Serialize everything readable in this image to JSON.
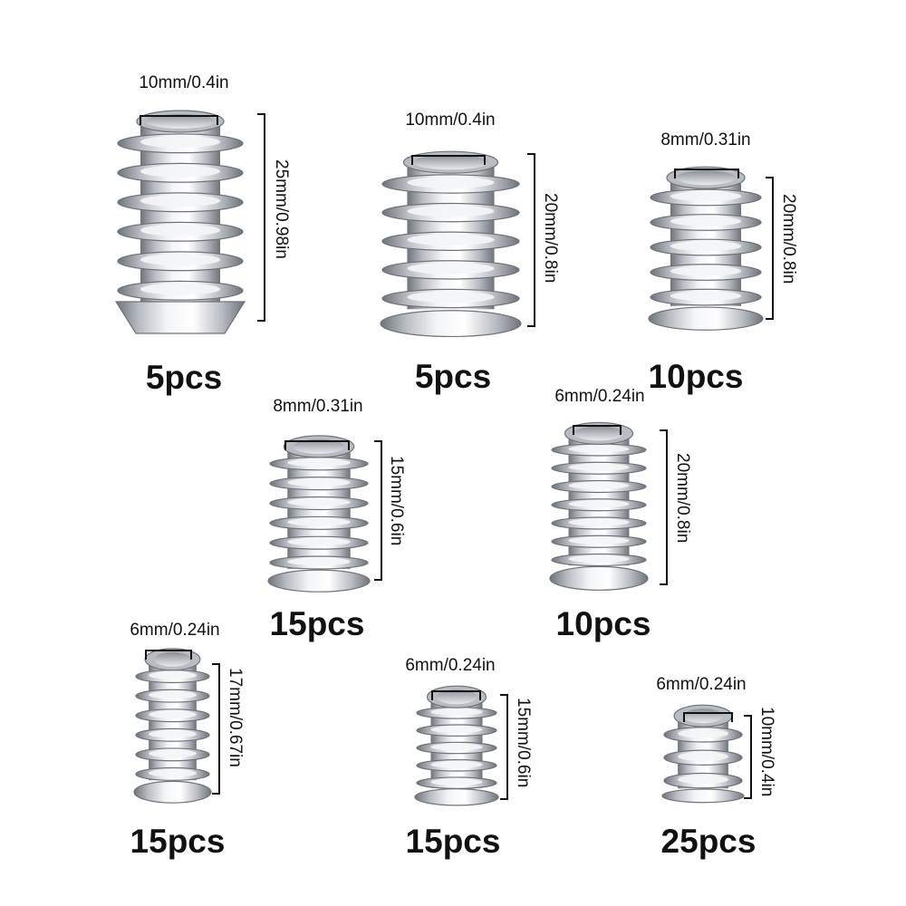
{
  "background": "#ffffff",
  "colors": {
    "metal_light": "#f4f5f7",
    "metal_mid": "#b9bdc3",
    "metal_dark": "#6e737a",
    "text": "#111111"
  },
  "products": [
    {
      "width_label": "10mm/0.4in",
      "height_label": "25mm/0.98in",
      "quantity": "5pcs",
      "threads": 6,
      "flange": "cone"
    },
    {
      "width_label": "10mm/0.4in",
      "height_label": "20mm/0.8in",
      "quantity": "5pcs",
      "threads": 5,
      "flange": "flat"
    },
    {
      "width_label": "8mm/0.31in",
      "height_label": "20mm/0.8in",
      "quantity": "10pcs",
      "threads": 5,
      "flange": "flat"
    },
    {
      "width_label": "8mm/0.31in",
      "height_label": "15mm/0.6in",
      "quantity": "15pcs",
      "threads": 6,
      "flange": "flat"
    },
    {
      "width_label": "6mm/0.24in",
      "height_label": "20mm/0.8in",
      "quantity": "10pcs",
      "threads": 7,
      "flange": "flat"
    },
    {
      "width_label": "6mm/0.24in",
      "height_label": "17mm/0.67in",
      "quantity": "15pcs",
      "threads": 6,
      "flange": "flat"
    },
    {
      "width_label": "6mm/0.24in",
      "height_label": "15mm/0.6in",
      "quantity": "15pcs",
      "threads": 5,
      "flange": "flat"
    },
    {
      "width_label": "6mm/0.24in",
      "height_label": "10mm/0.4in",
      "quantity": "25pcs",
      "threads": 3,
      "flange": "flat"
    }
  ]
}
